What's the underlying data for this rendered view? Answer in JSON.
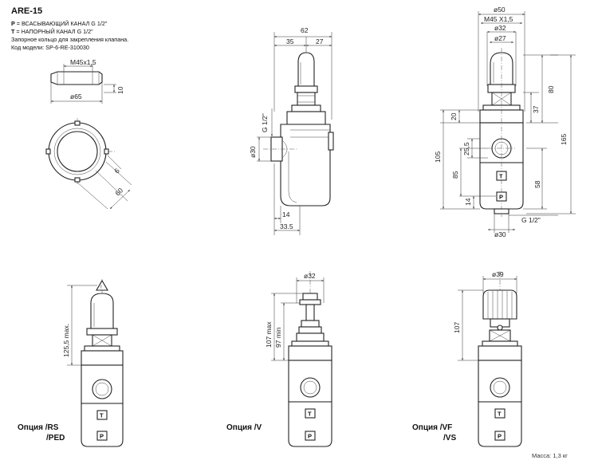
{
  "header": {
    "model": "ARE-15",
    "line_p_letter": "P",
    "line_p_text": " = ВСАСЫВАЮЩИЙ КАНАЛ G 1/2\"",
    "line_t_letter": "T",
    "line_t_text": " = НАПОРНЫЙ КАНАЛ G 1/2\"",
    "line_ring": "Запорное кольцо для закрепления клапана.",
    "line_code": "Код модели: SP-6-RE-310030"
  },
  "ring_view": {
    "thread": "M45x1,5",
    "diameter": "ø65",
    "height": "10",
    "slot": "6",
    "span": "60"
  },
  "side_view": {
    "width_total": "62",
    "width_left": "35",
    "width_right": "27",
    "port_thread": "G 1/2\"",
    "port_dia": "ø30",
    "bottom_height": "14",
    "bottom_offset": "33.5"
  },
  "front_view": {
    "cap_dia": "ø50",
    "thread": "M45 X1,5",
    "stem_dia1": "ø32",
    "stem_dia2": "ø27",
    "h80": "80",
    "h37": "37",
    "h165": "165",
    "h20": "20",
    "h105": "105",
    "h25_5": "25,5",
    "h85": "85",
    "h58": "58",
    "h14": "14",
    "port_thread": "G 1/2\"",
    "port_dia": "ø30",
    "port_t": "T",
    "port_p": "P"
  },
  "options": [
    {
      "label_1": "Опция /RS",
      "label_2": "/PED",
      "dim": "125,5 max.",
      "port_t": "T",
      "port_p": "P"
    },
    {
      "label_1": "Опция /V",
      "label_2": "",
      "dim_dia": "ø32",
      "dim_max": "107 max",
      "dim_min": "97 min",
      "port_t": "T",
      "port_p": "P"
    },
    {
      "label_1": "Опция /VF",
      "label_2": "/VS",
      "dim_dia": "ø39",
      "dim": "107",
      "port_t": "T",
      "port_p": "P"
    }
  ],
  "mass": "Масса: 1,3 кг"
}
